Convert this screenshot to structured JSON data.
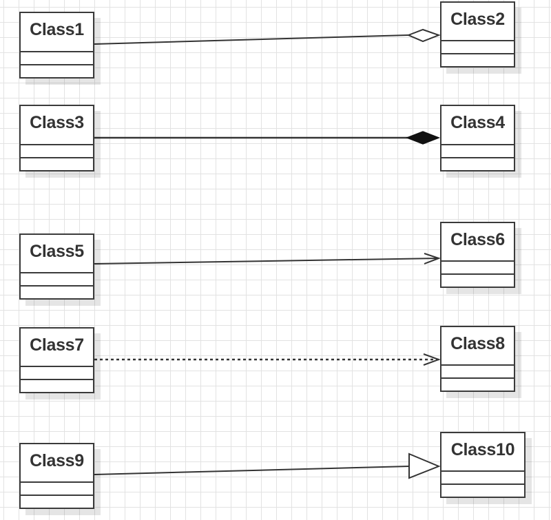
{
  "diagram": {
    "classes": [
      {
        "id": "class1",
        "name": "Class1"
      },
      {
        "id": "class2",
        "name": "Class2"
      },
      {
        "id": "class3",
        "name": "Class3"
      },
      {
        "id": "class4",
        "name": "Class4"
      },
      {
        "id": "class5",
        "name": "Class5"
      },
      {
        "id": "class6",
        "name": "Class6"
      },
      {
        "id": "class7",
        "name": "Class7"
      },
      {
        "id": "class8",
        "name": "Class8"
      },
      {
        "id": "class9",
        "name": "Class9"
      },
      {
        "id": "class10",
        "name": "Class10"
      }
    ],
    "relationships": [
      {
        "from": "Class1",
        "to": "Class2",
        "type": "aggregation"
      },
      {
        "from": "Class3",
        "to": "Class4",
        "type": "composition"
      },
      {
        "from": "Class5",
        "to": "Class6",
        "type": "association"
      },
      {
        "from": "Class7",
        "to": "Class8",
        "type": "dependency"
      },
      {
        "from": "Class9",
        "to": "Class10",
        "type": "generalization"
      }
    ]
  },
  "colors": {
    "line": "#333333",
    "box_border": "#3a3a3a",
    "grid": "#e2e2e2",
    "text": "#333333"
  }
}
